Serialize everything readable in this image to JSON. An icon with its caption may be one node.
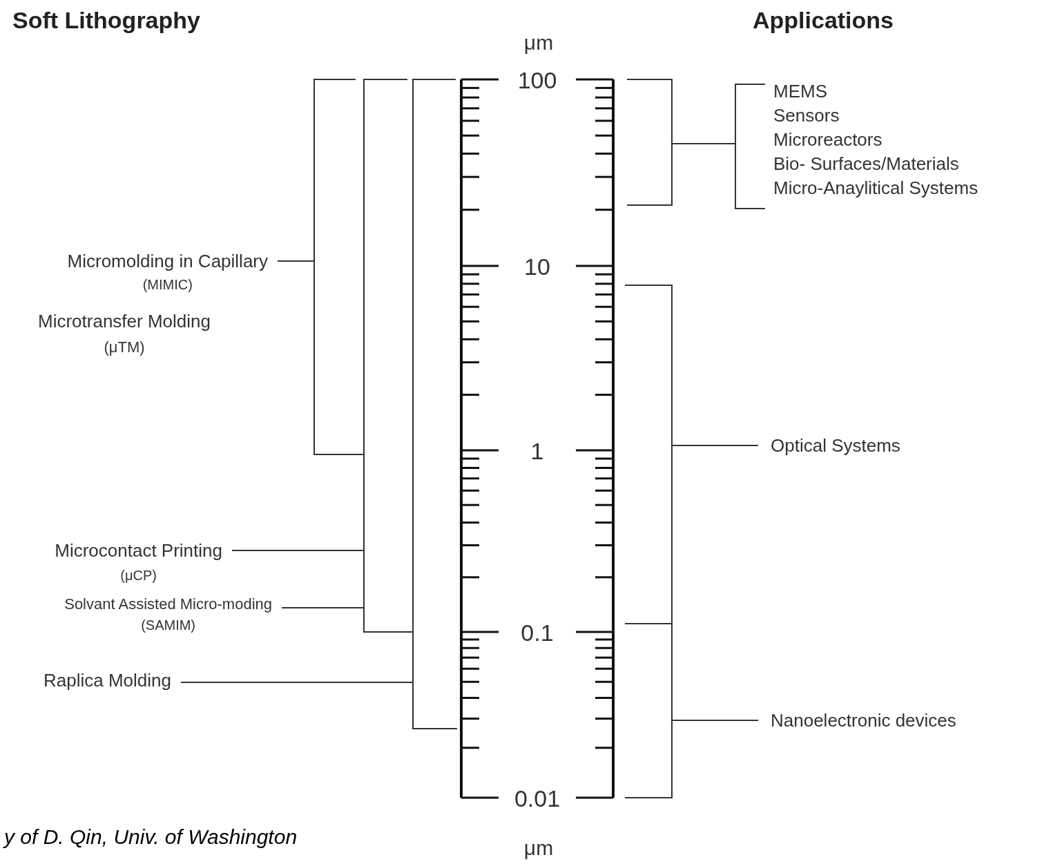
{
  "diagram": {
    "title": "Soft Lithography",
    "nodes": [
      {
        "text": [
          "Micromolding in Capillary",
          "(MIMIC)"
        ]
      },
      {
        "text": [
          "Microtransfer Molding",
          "(μTM)"
        ]
      },
      {
        "text": [
          "Microcontact Printing",
          "(μCP)"
        ]
      },
      {
        "text": [
          "Solvant Assisted Micro-moding",
          "(SAMIM)"
        ]
      },
      {
        "text": [
          "Raplica Molding"
        ]
      },
      {
        "text": [],
        "shape": "bracket"
      },
      {
        "text": [],
        "shape": "bracket"
      },
      {
        "text": [],
        "shape": "bracket"
      },
      {
        "text": [],
        "shape": "bracket"
      },
      {
        "text": [
          "MEMS",
          "Sensors",
          "Microreactors",
          "Bio- Surfaces/Materials",
          "Micro-Anaylitical Systems"
        ]
      },
      {
        "text": [],
        "shape": "bracket"
      },
      {
        "text": [],
        "shape": "bracket"
      },
      {
        "text": [
          "Optical Systems"
        ]
      },
      {
        "text": [
          "Nanoelectronic devices"
        ]
      }
    ],
    "edges": [
      {
        "from": 0,
        "to": 5,
        "arrow": "none"
      },
      {
        "from": 2,
        "to": 6,
        "arrow": "none"
      },
      {
        "from": 3,
        "to": 6,
        "arrow": "none"
      },
      {
        "from": 4,
        "to": 7,
        "arrow": "none"
      },
      {
        "from": 8,
        "to": 9,
        "arrow": "none"
      },
      {
        "from": 10,
        "to": 12,
        "arrow": "none"
      },
      {
        "from": 11,
        "to": 13,
        "arrow": "none"
      }
    ],
    "labels": [
      "Applications",
      "μm",
      "100",
      "10",
      "1",
      "0.1",
      "0.01",
      "μm",
      "y of D. Qin, Univ. of Washington"
    ]
  }
}
